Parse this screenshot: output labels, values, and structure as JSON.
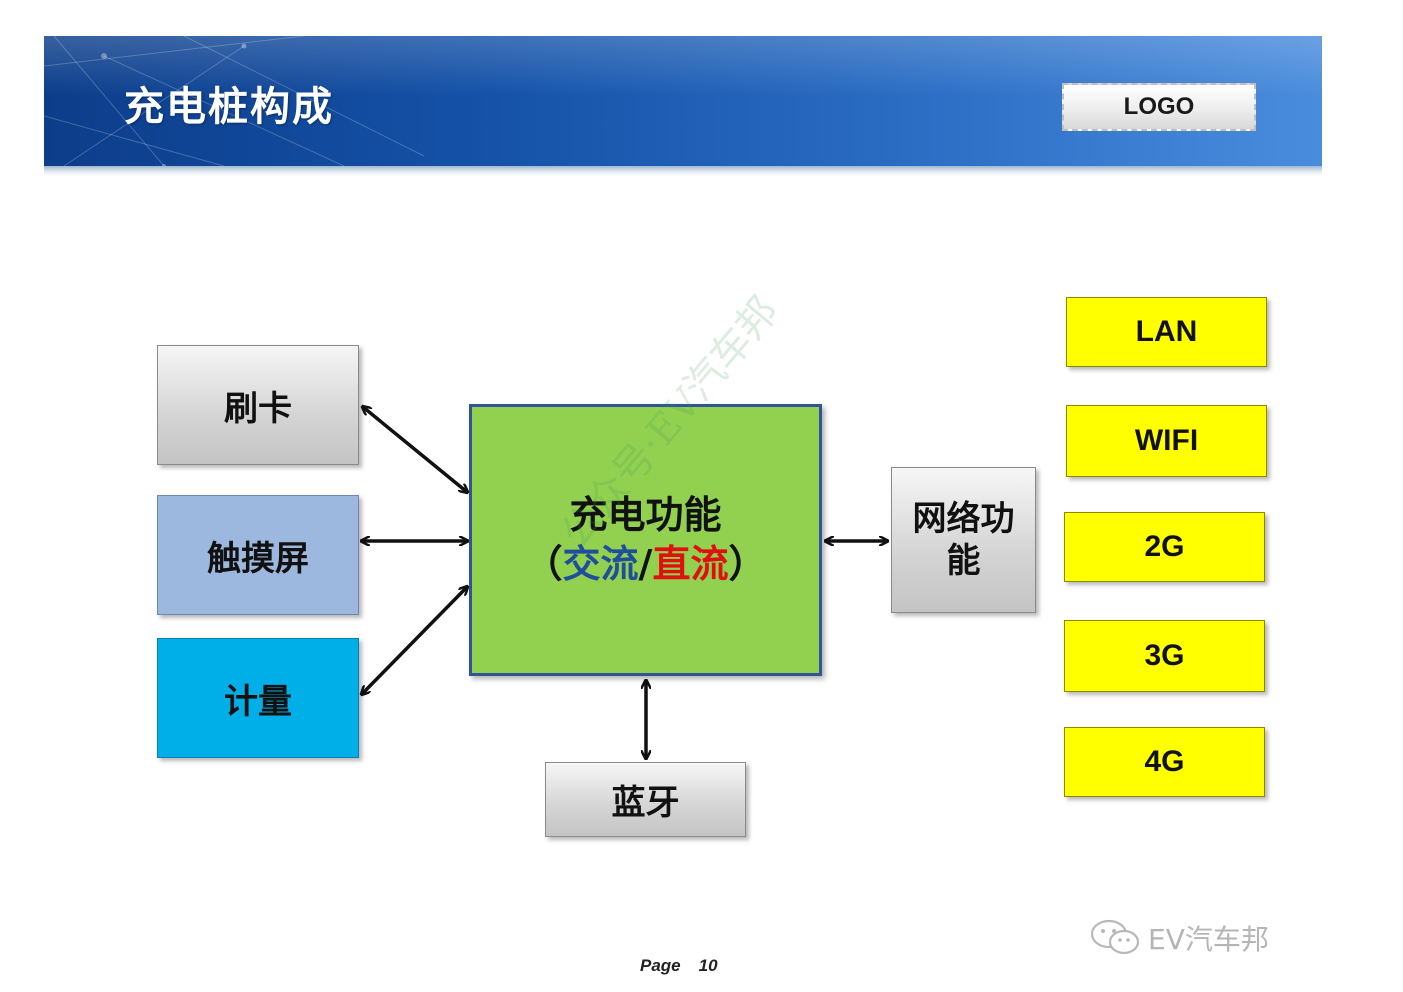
{
  "header": {
    "title": "充电桩构成",
    "logo_text": "LOGO"
  },
  "diagram": {
    "left_boxes": {
      "card": "刷卡",
      "touchscreen": "触摸屏",
      "metering": "计量"
    },
    "center": {
      "title": "充电功能",
      "open_paren": "（",
      "ac": "交流",
      "slash": "/",
      "dc": "直流",
      "close_paren": "）"
    },
    "bottom_box": "蓝牙",
    "network_box": "网络功能",
    "network_options": [
      "LAN",
      "WIFI",
      "2G",
      "3G",
      "4G"
    ],
    "watermark": "公众号·EV汽车邦"
  },
  "footer": {
    "page_label": "Page",
    "page_number": "10",
    "brand": "EV汽车邦"
  },
  "colors": {
    "banner": "#1552a8",
    "center_fill": "#92d050",
    "center_border": "#2f5597",
    "touch_fill": "#9db8de",
    "meter_fill": "#00aee8",
    "network_option_fill": "#ffff00",
    "ac_text": "#1f4e9c",
    "dc_text": "#e01010"
  }
}
